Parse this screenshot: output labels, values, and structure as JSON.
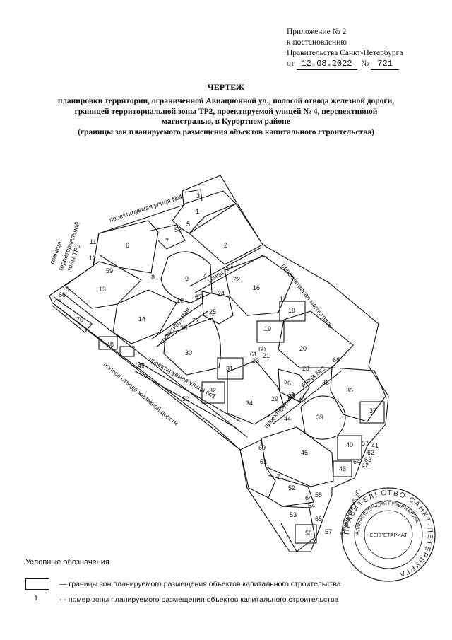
{
  "annex": {
    "line1": "Приложение № 2",
    "line2": "к постановлению",
    "line3": "Правительства Санкт-Петербурга",
    "from_label": "от",
    "date": "12.08.2022",
    "number_label": "№",
    "number": "721"
  },
  "title": "ЧЕРТЕЖ",
  "subtitle": {
    "line1": "планировки территории, ограниченной Авиационной ул., полосой отвода железной дороги,",
    "line2": "границей территориальной зоны ТР2, проектируемой улицей № 4, перспективной",
    "line3": "магистралью, в Курортном районе",
    "line4": "(границы зон планируемого размещения объектов капитального строительства)"
  },
  "map_labels": {
    "street4": "проектируемая улица №4",
    "tr2_line1": "граница",
    "tr2_line2": "территориальной",
    "tr2_line3": "зоны ТР2",
    "street3": "улица №3",
    "proj_left": "проектируемая",
    "perspective": "перспективная магистраль",
    "street1": "проектируемая улица №1",
    "railway": "полоса отвода железной дороги",
    "street2": "улица №2",
    "proj_mid": "проектируемая",
    "aviation": "Авиационная ул."
  },
  "zones": [
    "1",
    "2",
    "3",
    "4",
    "5",
    "6",
    "7",
    "8",
    "9",
    "10",
    "11",
    "12",
    "13",
    "14",
    "15",
    "16",
    "17",
    "18",
    "19",
    "20",
    "21",
    "22",
    "23",
    "24",
    "25",
    "26",
    "27",
    "28",
    "29",
    "30",
    "31",
    "32",
    "33",
    "34",
    "35",
    "36",
    "37",
    "38",
    "39",
    "40",
    "41",
    "42",
    "43",
    "44",
    "45",
    "46",
    "47",
    "48",
    "49",
    "50",
    "51",
    "52",
    "53",
    "54",
    "55",
    "56",
    "57",
    "58",
    "59",
    "60",
    "61",
    "62",
    "63",
    "64",
    "65",
    "66",
    "67",
    "68",
    "69",
    "70",
    "71"
  ],
  "stamp": {
    "outer_text": "ПРАВИТЕЛЬСТВО САНКТ-ПЕТЕРБУРГА",
    "inner_text": "АДМИНИСТРАЦИЯ ГУБЕРНАТОРА",
    "center": "СЕКРЕТАРИАТ"
  },
  "legend": {
    "heading": "Условные обозначения",
    "boundary_text": "— границы зон планируемого размещения объектов капитального строительства",
    "number_sample": "1",
    "number_text": "- - номер зоны планируемого размещения объектов капитального строительства"
  }
}
